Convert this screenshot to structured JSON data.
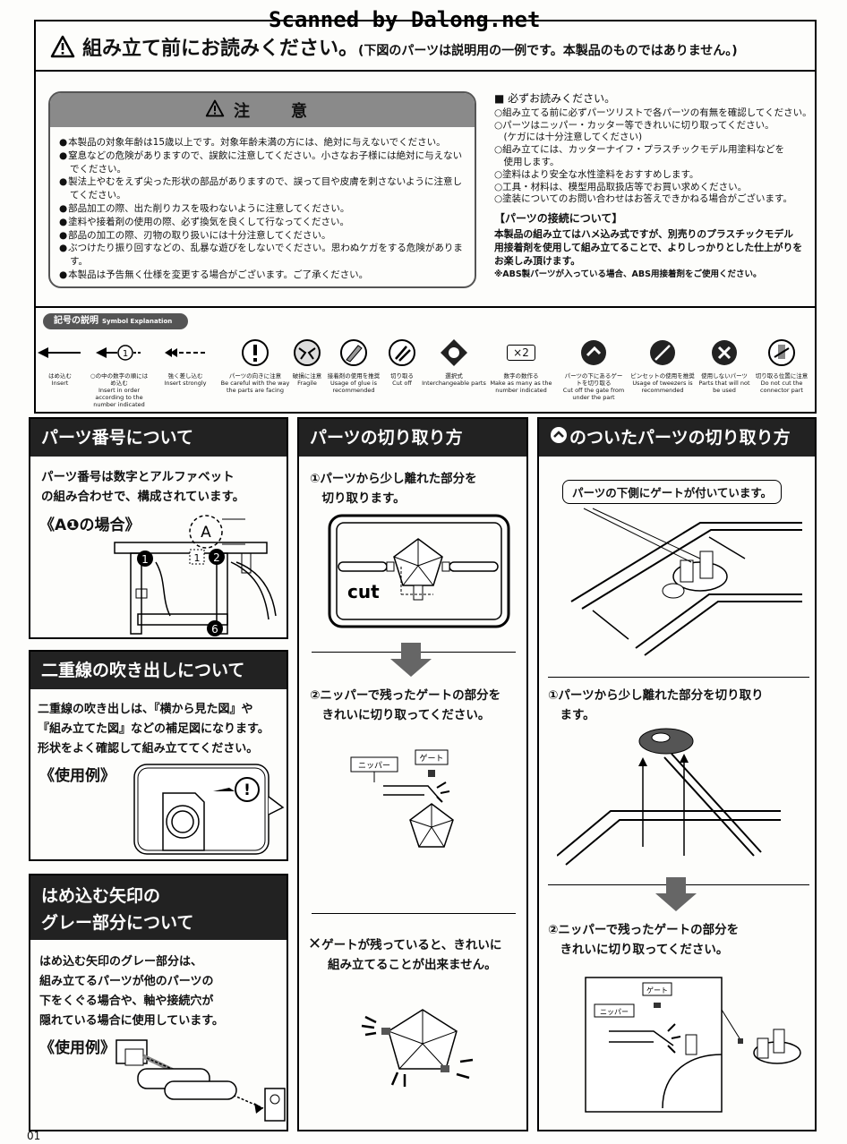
{
  "watermark": "Scanned by Dalong.net",
  "header": {
    "title": "組み立て前にお読みください。",
    "subtitle": "(下図のパーツは説明用の一例です。本製品のものではありません。)"
  },
  "caution": {
    "title": "注　意",
    "items": [
      "本製品の対象年齢は15歳以上です。対象年齢未満の方には、絶対に与えないでください。",
      "窒息などの危険がありますので、誤飲に注意してください。小さなお子様には絶対に与えないでください。",
      "製法上やむをえず尖った形状の部品がありますので、誤って目や皮膚を刺さないように注意してください。",
      "部品加工の際、出た削りカスを吸わないように注意してください。",
      "塗料や接着剤の使用の際、必ず換気を良くして行なってください。",
      "部品の加工の際、刃物の取り扱いには十分注意してください。",
      "ぶつけたり振り回すなどの、乱暴な遊びをしないでください。思わぬケガをする危険があります。",
      "本製品は予告無く仕様を変更する場合がございます。ご了承ください。"
    ]
  },
  "notes": {
    "heading": "■ 必ずお読みください。",
    "items": [
      "○組み立てる前に必ずパーツリストで各パーツの有無を確認してください。",
      "○パーツはニッパー・カッター等できれいに切り取ってください。",
      "　(ケガには十分注意してください)",
      "○組み立てには、カッターナイフ・プラスチックモデル用塗料などを",
      "　使用します。",
      "○塗料はより安全な水性塗料をおすすめします。",
      "○工具・材料は、模型用品取扱店等でお買い求めください。",
      "○塗装についてのお問い合わせはお答えできかねる場合がございます。"
    ],
    "connect_title": "【パーツの接続について】",
    "connect_lines": [
      "本製品の組み立てはハメ込み式ですが、別売りのプラスチックモデル",
      "用接着剤を使用して組み立てることで、よりしっかりとした仕上がりを",
      "お楽しみ頂けます。",
      "※ABS製パーツが入っている場合、ABS用接着剤をご使用ください。"
    ]
  },
  "symbols": {
    "title": "記号の説明",
    "title_en": "Symbol Explanation",
    "items": [
      {
        "icon": "insert-arrow-icon",
        "ja": "はめ込む",
        "en": "Insert"
      },
      {
        "icon": "numbered-arrow-icon",
        "ja": "○の中の数字の順にはめ込む",
        "en": "Insert in order according to the number indicated"
      },
      {
        "icon": "double-arrow-icon",
        "ja": "強く差し込む",
        "en": "Insert strongly"
      },
      {
        "icon": "exclamation-icon",
        "ja": "パーツの向きに注意",
        "en": "Be careful with the way the parts are facing"
      },
      {
        "icon": "fragile-icon",
        "ja": "破損に注意",
        "en": "Fragile"
      },
      {
        "icon": "glue-icon",
        "ja": "接着剤の使用を推奨",
        "en": "Usage of glue is recommended"
      },
      {
        "icon": "cut-icon",
        "ja": "切り取る",
        "en": "Cut off"
      },
      {
        "icon": "selectable-icon",
        "ja": "選択式",
        "en": "Interchangeable parts"
      },
      {
        "icon": "times-two-icon",
        "ja": "数字の数作る",
        "en": "Make as many as the number indicated",
        "label": "×2"
      },
      {
        "icon": "gate-under-icon",
        "ja": "パーツの下にあるゲートを切り取る",
        "en": "Cut off the gate from under the part"
      },
      {
        "icon": "tweezers-icon",
        "ja": "ピンセットの使用を推奨",
        "en": "Usage of tweezers is recommended"
      },
      {
        "icon": "unused-icon",
        "ja": "使用しないパーツ",
        "en": "Parts that will not be used"
      },
      {
        "icon": "no-cut-icon",
        "ja": "切り取る位置に注意",
        "en": "Do not cut the connector part"
      }
    ]
  },
  "panel_number": {
    "title": "パーツ番号について",
    "lines": [
      "パーツ番号は数字とアルファベット",
      "の組み合わせで、構成されています。"
    ],
    "example": "《A❶の場合》",
    "labels": {
      "a": "A",
      "one": "1",
      "box1": "1",
      "two": "2",
      "six": "6"
    }
  },
  "panel_bubble": {
    "title": "二重線の吹き出しについて",
    "lines": [
      "二重線の吹き出しは、『横から見た図』や",
      "『組み立てた図』などの補足図になります。",
      "形状をよく確認して組み立ててください。"
    ],
    "example": "《使用例》",
    "mark": "!"
  },
  "panel_gray": {
    "title_lines": [
      "はめ込む矢印の",
      "グレー部分について"
    ],
    "lines": [
      "はめ込む矢印のグレー部分は、",
      "組み立てるパーツが他のパーツの",
      "下をくぐる場合や、軸や接続穴が",
      "隠れている場合に使用しています。"
    ],
    "example": "《使用例》"
  },
  "panel_cut": {
    "title": "パーツの切り取り方",
    "step1": [
      "①パーツから少し離れた部分を",
      "　切り取ります。"
    ],
    "cut_label": "cut",
    "step2": [
      "②ニッパーで残ったゲートの部分を",
      "　きれいに切り取ってください。"
    ],
    "nipper": "ニッパー",
    "gate": "ゲート",
    "warn": [
      "ゲートが残っていると、きれいに",
      "組み立てることが出来ません。"
    ]
  },
  "panel_gate": {
    "title": "のついたパーツの切り取り方",
    "callout": "パーツの下側にゲートが付いています。",
    "step1": [
      "①パーツから少し離れた部分を切り取り",
      "　ます。"
    ],
    "step2": [
      "②ニッパーで残ったゲートの部分を",
      "　きれいに切り取ってください。"
    ],
    "nipper": "ニッパー",
    "gate": "ゲート"
  },
  "page_number": "01"
}
